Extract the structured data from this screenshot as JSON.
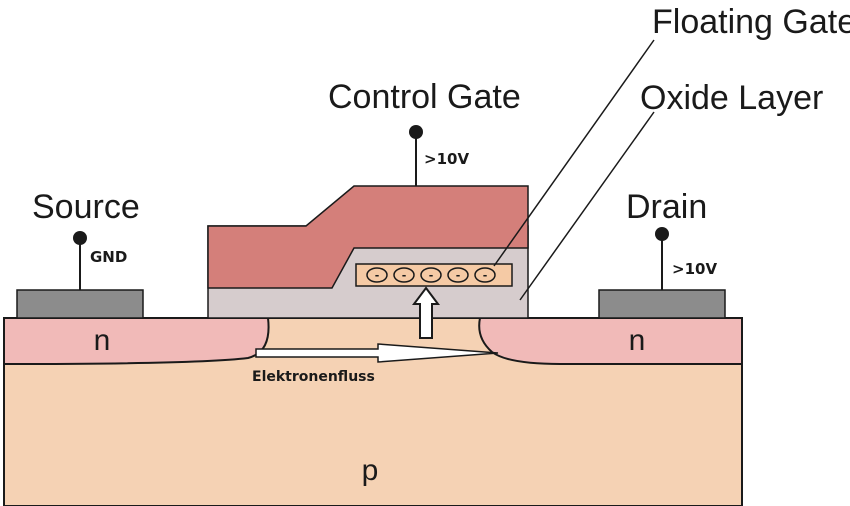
{
  "labels": {
    "floating_gate": "Floating Gate",
    "oxide_layer": "Oxide Layer",
    "control_gate": "Control Gate",
    "source": "Source",
    "drain": "Drain",
    "gnd": "GND",
    "control_voltage": ">10V",
    "drain_voltage": ">10V",
    "n_left": "n",
    "n_right": "n",
    "p": "p",
    "electron_flow": "Elektronenfluss"
  },
  "electrons": [
    "-",
    "-",
    "-",
    "-",
    "-"
  ],
  "colors": {
    "substrate_p": "#f5d2b4",
    "n_well": "#f1bab8",
    "control_gate": "#d47f7a",
    "oxide": "#d6cccd",
    "floating_gate": "#f5caa5",
    "contact": "#8c8c8c",
    "outline": "#1a1a1a"
  }
}
